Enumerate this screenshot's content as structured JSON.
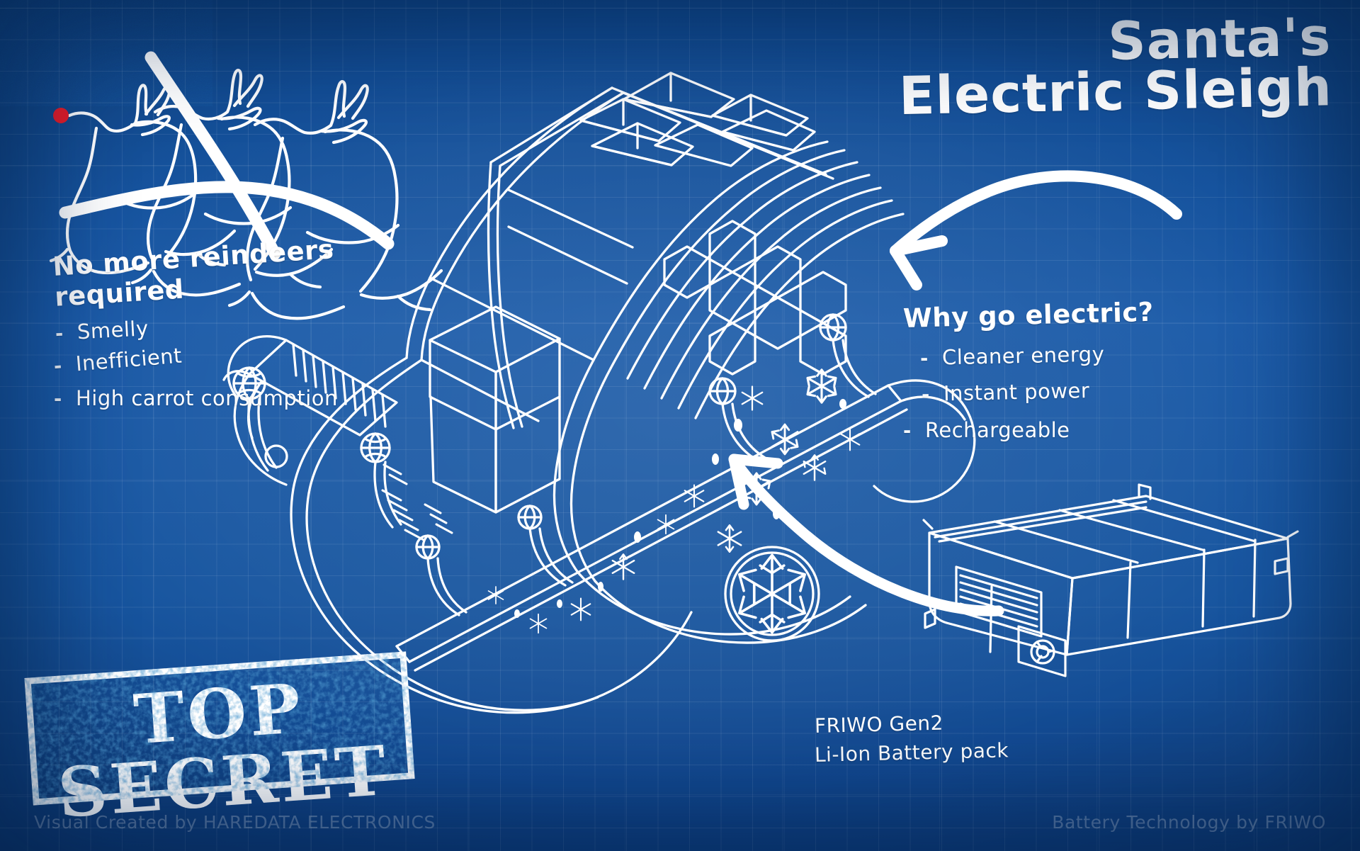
{
  "meta": {
    "background_color": "#15549f",
    "ink_color": "#ffffff",
    "accent_color": "#ee1b24",
    "grid_color": "rgba(255,255,255,0.085)"
  },
  "title": {
    "line1": "Santa's",
    "line2": "Electric Sleigh"
  },
  "left_block": {
    "heading": "No more reindeers required",
    "bullets": [
      {
        "marker": "-",
        "text": "Smelly"
      },
      {
        "marker": "-",
        "text": "Inefficient"
      },
      {
        "marker": "-",
        "text": "High carrot consumption"
      }
    ]
  },
  "right_block": {
    "heading": "Why go electric?",
    "bullets": [
      {
        "marker": "-",
        "text": "Cleaner energy"
      },
      {
        "marker": "-",
        "text": "Instant power"
      },
      {
        "marker": "-",
        "text": "Rechargeable"
      }
    ]
  },
  "battery_caption": {
    "line1": "FRIWO Gen2",
    "line2": "Li-Ion Battery pack"
  },
  "stamp": {
    "text": "TOP SECRET"
  },
  "footer": {
    "left": "Visual Created by HAREDATA ELECTRONICS",
    "right": "Battery Technology by FRIWO"
  },
  "illustration": {
    "reindeer_label": "crossed-out-reindeer-team",
    "reindeer_count": 3,
    "red_nose": true,
    "cross_out": true,
    "sleigh_label": "electric-sleigh-blueprint",
    "battery_label": "lithium-ion-battery-pack",
    "arrow_to_title": "arrow-pointing-to-sleigh",
    "arrow_to_battery": "arrow-pointing-to-sleigh-underside"
  }
}
